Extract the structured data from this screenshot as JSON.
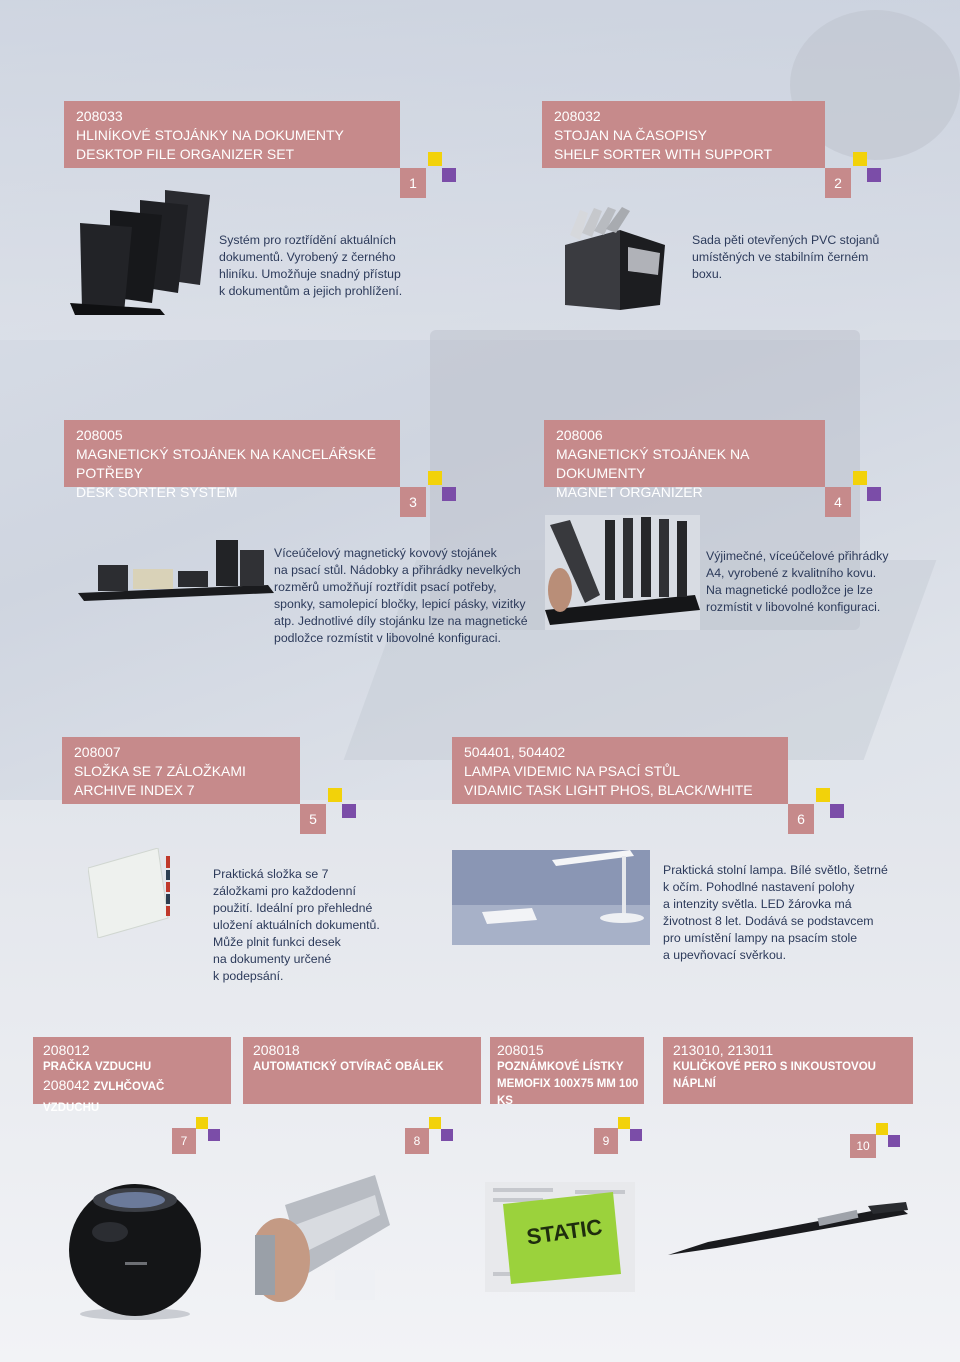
{
  "products": [
    {
      "num": "1",
      "code": "208033",
      "lines": [
        "HLINÍKOVÉ STOJÁNKY NA DOKUMENTY",
        "DESKTOP FILE ORGANIZER SET"
      ],
      "desc": [
        "Systém pro roztřídění aktuálních",
        "dokumentů. Vyrobený z  černého",
        "hliníku. Umožňuje snadný přístup",
        "k dokumentům a jejich prohlížení."
      ]
    },
    {
      "num": "2",
      "code": "208032",
      "lines": [
        "STOJAN NA ČASOPISY",
        "SHELF SORTER WITH SUPPORT"
      ],
      "desc": [
        "Sada pěti otevřených PVC stojanů",
        "umístěných ve stabilním černém",
        "boxu."
      ]
    },
    {
      "num": "3",
      "code": "208005",
      "lines": [
        "MAGNETICKÝ STOJÁNEK NA KANCELÁŘSKÉ POTŘEBY",
        "DESK SORTER SYSTEM"
      ],
      "desc": [
        "Víceúčelový magnetický kovový stojánek",
        "na psací stůl. Nádobky a přihrádky nevelkých",
        "rozměrů umožňují roztřídit psací potřeby,",
        "sponky, samolepicí bločky, lepicí pásky, vizitky",
        "atp. Jednotlivé díly stojánku lze na magnetické",
        "podložce rozmístit v libovolné konfiguraci."
      ]
    },
    {
      "num": "4",
      "code": "208006",
      "lines": [
        "MAGNETICKÝ STOJÁNEK NA DOKUMENTY",
        "MAGNET ORGANIZER"
      ],
      "desc": [
        "Výjimečné, víceúčelové přihrádky",
        "A4, vyrobené z kvalitního kovu.",
        "Na magnetické podložce je lze",
        "rozmístit v libovolné konfiguraci."
      ]
    },
    {
      "num": "5",
      "code": "208007",
      "lines": [
        "SLOŽKA SE 7 ZÁLOŽKAMI",
        "ARCHIVE INDEX 7"
      ],
      "desc": [
        "Praktická složka se 7",
        "záložkami pro každodenní",
        "použití. Ideální pro přehledné",
        "uložení aktuálních dokumentů.",
        "Může plnit funkci desek",
        "na dokumenty určené",
        "k podepsání."
      ]
    },
    {
      "num": "6",
      "code": "504401, 504402",
      "lines": [
        "LAMPA VIDEMIC NA PSACÍ STŮL",
        "VIDAMIC TASK LIGHT PHOS, BLACK/WHITE"
      ],
      "desc": [
        "Praktická stolní lampa. Bílé světlo, šetrné",
        "k očím. Pohodlné nastavení polohy",
        "a intenzity světla. LED žárovka má",
        "životnost 8 let. Dodává se podstavcem",
        "pro umístění lampy na psacím stole",
        "a upevňovací svěrkou."
      ]
    },
    {
      "num": "7",
      "code": "208012",
      "lines": [
        "PRAČKA VZDUCHU"
      ],
      "code2": "208042",
      "line2": "ZVLHČOVAČ VZDUCHU"
    },
    {
      "num": "8",
      "code": "208018",
      "lines": [
        "AUTOMATICKÝ OTVÍRAČ OBÁLEK"
      ]
    },
    {
      "num": "9",
      "code": "208015",
      "lines": [
        "POZNÁMKOVÉ LÍSTKY",
        "MEMOFIX 100X75 MM 100 KS"
      ]
    },
    {
      "num": "10",
      "code": "213010, 213011",
      "lines": [
        "KULIČKOVÉ PERO S INKOUSTOVOU NÁPLNÍ"
      ]
    }
  ],
  "note_label": "STATIC",
  "colors": {
    "header": "#c68a8b",
    "accent_yellow": "#f2d20a",
    "accent_purple": "#7b4da8",
    "text": "#2c3a5a"
  }
}
